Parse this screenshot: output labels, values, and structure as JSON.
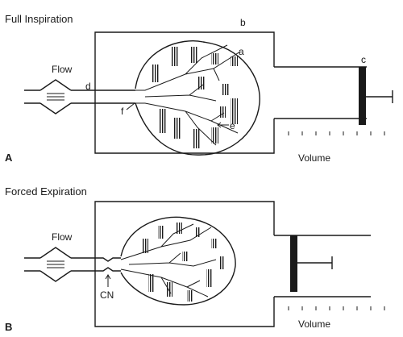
{
  "panel_a": {
    "title": "Full Inspiration",
    "flow_label": "Flow",
    "label_a": "a",
    "label_b": "b",
    "label_c": "c",
    "label_d": "d",
    "label_e": "e",
    "label_f": "f",
    "volume_label": "Volume",
    "panel_letter": "A"
  },
  "panel_b": {
    "title": "Forced Expiration",
    "flow_label": "Flow",
    "cn_label": "CN",
    "volume_label": "Volume",
    "panel_letter": "B"
  }
}
